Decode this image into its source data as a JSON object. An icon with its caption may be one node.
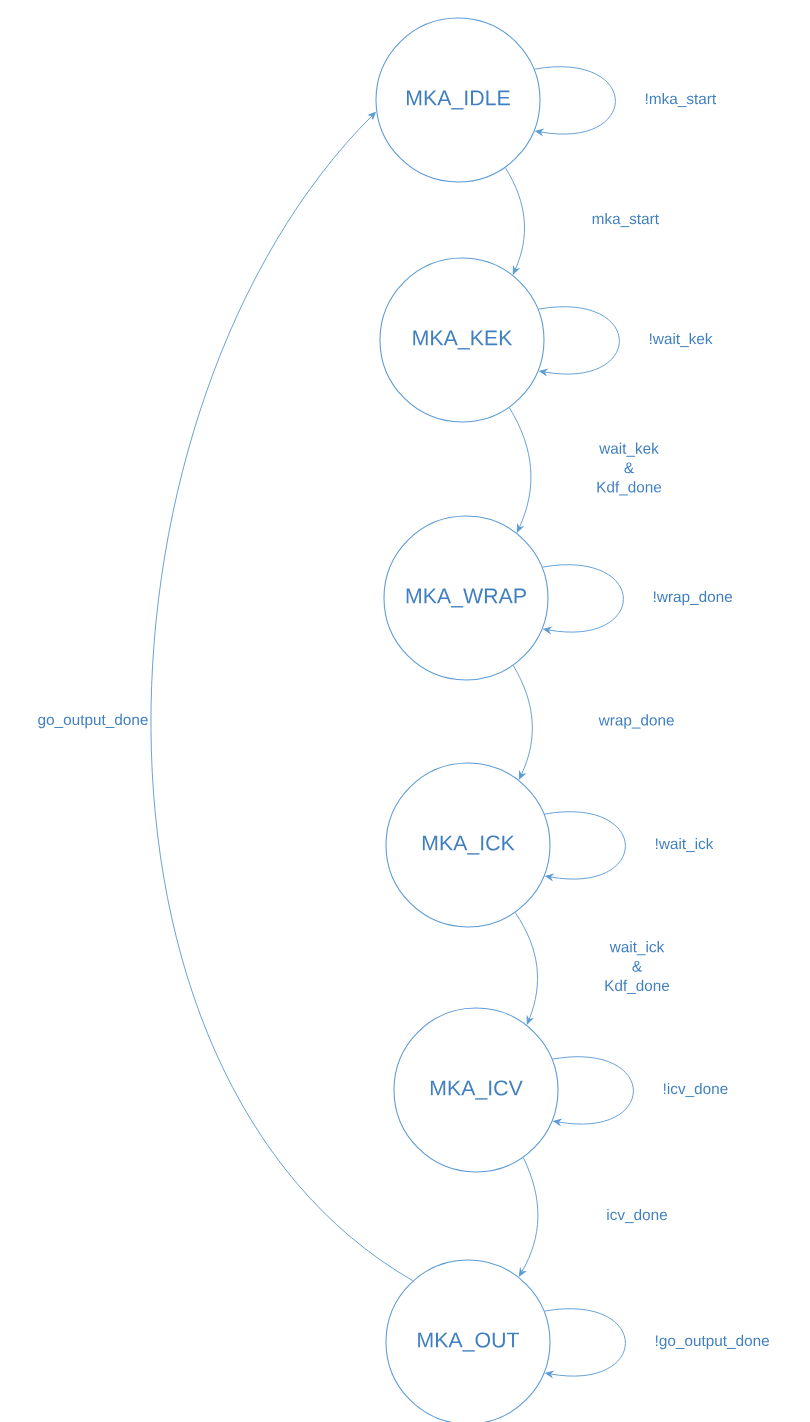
{
  "diagram": {
    "nodes": [
      {
        "text": [
          "MKA_IDLE"
        ]
      },
      {
        "text": [
          "MKA_KEK"
        ]
      },
      {
        "text": [
          "MKA_WRAP"
        ]
      },
      {
        "text": [
          "MKA_ICK"
        ]
      },
      {
        "text": [
          "MKA_ICV"
        ]
      },
      {
        "text": [
          "MKA_OUT"
        ]
      }
    ],
    "edges": [
      {
        "from": 0,
        "to": 0,
        "arrow": "to",
        "label": "!mka_start"
      },
      {
        "from": 0,
        "to": 1,
        "arrow": "to",
        "label": "mka_start"
      },
      {
        "from": 1,
        "to": 1,
        "arrow": "to",
        "label": "!wait_kek"
      },
      {
        "from": 1,
        "to": 2,
        "arrow": "to",
        "label": "wait_kek & Kdf_done"
      },
      {
        "from": 2,
        "to": 2,
        "arrow": "to",
        "label": "!wrap_done"
      },
      {
        "from": 2,
        "to": 3,
        "arrow": "to",
        "label": "wrap_done"
      },
      {
        "from": 3,
        "to": 3,
        "arrow": "to",
        "label": "!wait_ick"
      },
      {
        "from": 3,
        "to": 4,
        "arrow": "to",
        "label": "wait_ick & Kdf_done"
      },
      {
        "from": 4,
        "to": 4,
        "arrow": "to",
        "label": "!icv_done"
      },
      {
        "from": 4,
        "to": 5,
        "arrow": "to",
        "label": "icv_done"
      },
      {
        "from": 5,
        "to": 5,
        "arrow": "to",
        "label": "!go_output_done"
      },
      {
        "from": 5,
        "to": 0,
        "arrow": "to",
        "label": "go_output_done"
      }
    ]
  }
}
